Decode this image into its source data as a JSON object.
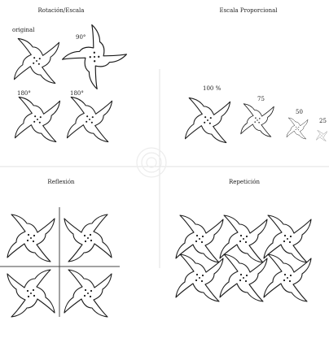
{
  "panels": {
    "rotation": {
      "title": "Rotación/Escala"
    },
    "scale": {
      "title": "Escala Proporcional"
    },
    "reflection": {
      "title": "Reflexión"
    },
    "repetition": {
      "title": "Repetición"
    }
  },
  "rotation_labels": {
    "original": "original",
    "deg90": "90°",
    "deg180": "180°",
    "deg270": "180°"
  },
  "scale_labels": {
    "s100": "100 %",
    "s75": "75",
    "s50": "50",
    "s25": "25"
  },
  "colors": {
    "line": "#1a1a1a",
    "divider": "#e2e2e2",
    "background": "#ffffff"
  }
}
